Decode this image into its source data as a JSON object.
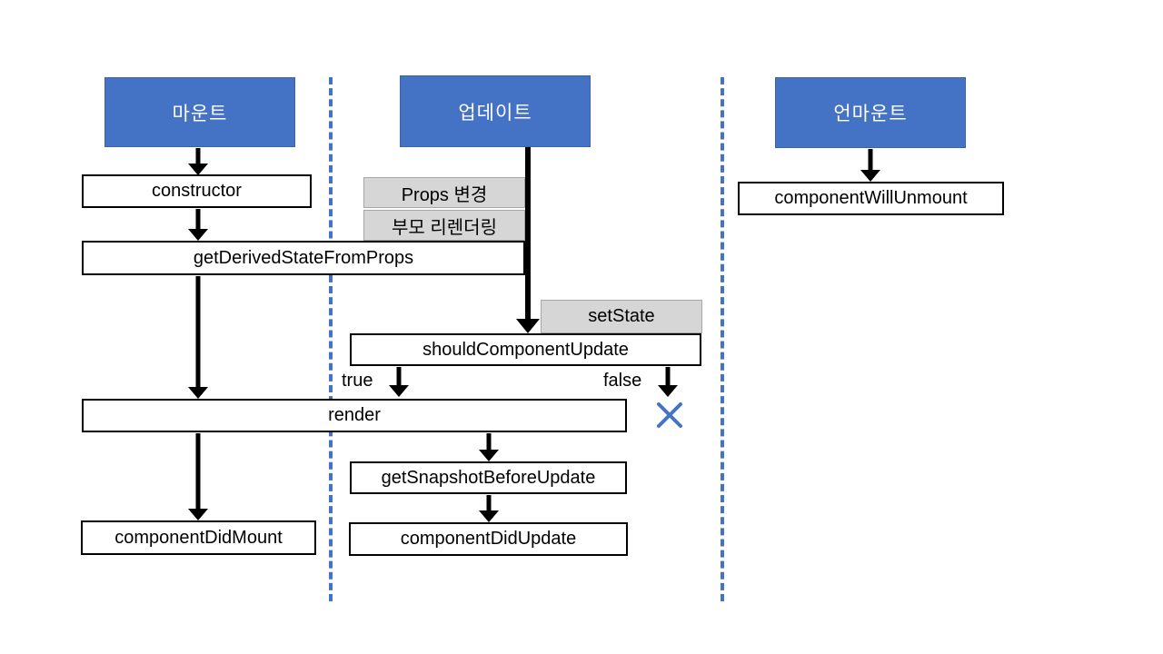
{
  "headers": {
    "mount": "마운트",
    "update": "업데이트",
    "unmount": "언마운트"
  },
  "nodes": {
    "constructor": "constructor",
    "get_derived_state_from_props": "getDerivedStateFromProps",
    "render": "render",
    "component_did_mount": "componentDidMount",
    "should_component_update": "shouldComponentUpdate",
    "get_snapshot_before_update": "getSnapshotBeforeUpdate",
    "component_did_update": "componentDidUpdate",
    "component_will_unmount": "componentWillUnmount"
  },
  "triggers": {
    "props_change": "Props 변경",
    "parent_rerender": "부모 리렌더링",
    "set_state": "setState"
  },
  "branches": {
    "true_label": "true",
    "false_label": "false"
  },
  "colors": {
    "header_fill": "#4472C4",
    "header_border": "#3A62AD",
    "header_text": "#FFFFFF",
    "divider": "#4472C4",
    "trigger_fill": "#D6D6D6",
    "trigger_border": "#A6A6A6",
    "box_border": "#000000",
    "arrow": "#000000",
    "x_mark": "#4472C4"
  }
}
